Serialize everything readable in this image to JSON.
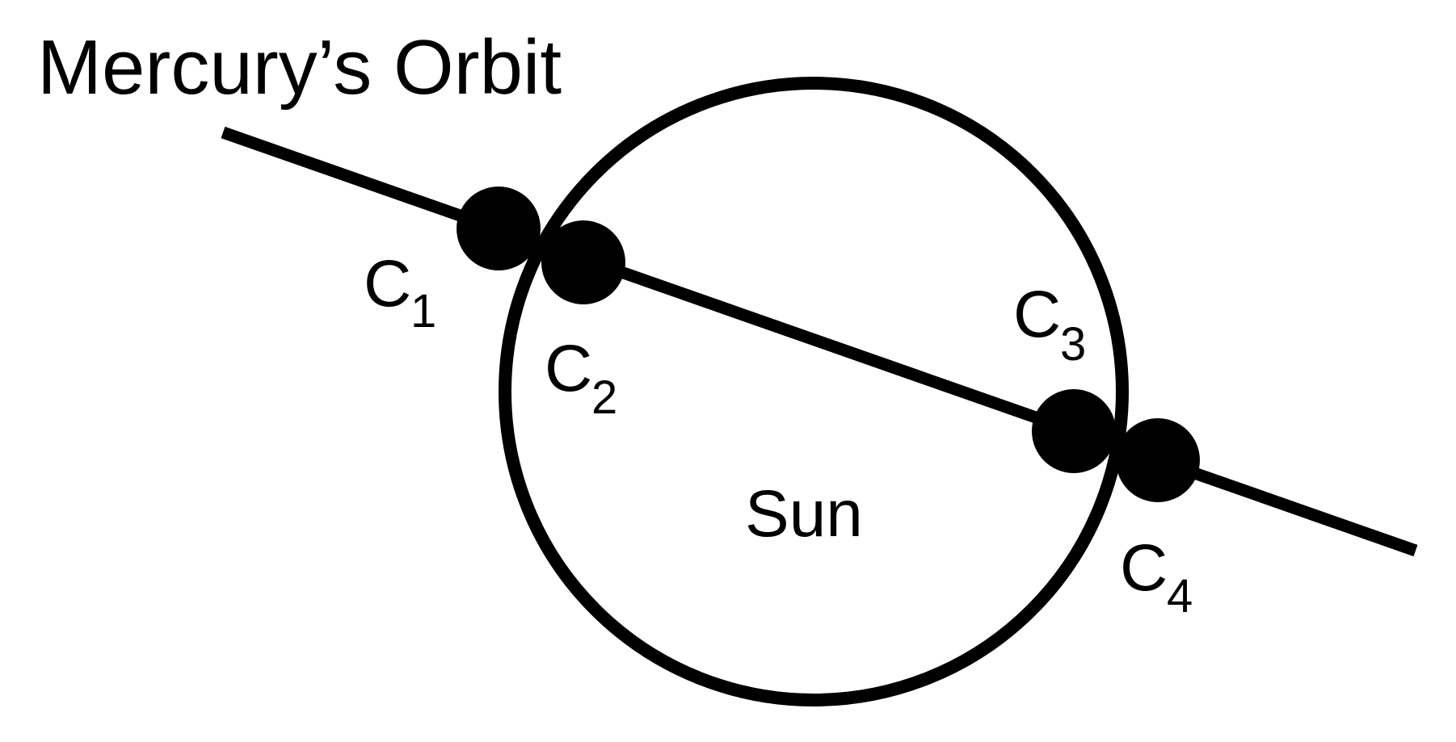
{
  "title": "Mercury’s Orbit",
  "sun_label": "Sun",
  "contacts": [
    {
      "letter": "C",
      "subscript": "1"
    },
    {
      "letter": "C",
      "subscript": "2"
    },
    {
      "letter": "C",
      "subscript": "3"
    },
    {
      "letter": "C",
      "subscript": "4"
    }
  ],
  "colors": {
    "stroke": "#000000",
    "background": "#ffffff"
  }
}
